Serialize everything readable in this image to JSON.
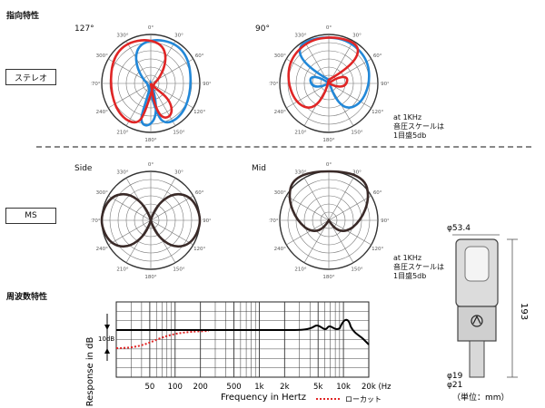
{
  "sections": {
    "directivity": "指向特性",
    "frequency": "周波数特性"
  },
  "modes": {
    "stereo": "ステレオ",
    "ms": "MS"
  },
  "polar_titles": {
    "p127": "127°",
    "p90": "90°",
    "side": "Side",
    "mid": "Mid"
  },
  "angle_labels": [
    "0°",
    "30°",
    "60°",
    "90°",
    "120°",
    "150°",
    "180°",
    "210°",
    "240°",
    "270°",
    "300°",
    "330°"
  ],
  "scale_note": {
    "line1": "at 1KHz",
    "line2": "音圧スケールは",
    "line3": "1目盛5db"
  },
  "freq_chart": {
    "y_axis_label": "Response in dB",
    "x_axis_label": "Frequency in Hertz",
    "db_marker": "10dB",
    "x_ticks": [
      "50",
      "100",
      "200",
      "500",
      "1k",
      "2k",
      "5k",
      "10k",
      "20k (Hz)"
    ],
    "legend_lowcut": "ローカット"
  },
  "dimensions": {
    "top": "φ53.4",
    "height": "193",
    "d1": "φ19",
    "d2": "φ21",
    "unit": "（単位：mm）"
  },
  "colors": {
    "red": "#e02525",
    "blue": "#2288d8",
    "dark": "#3a2a28"
  }
}
